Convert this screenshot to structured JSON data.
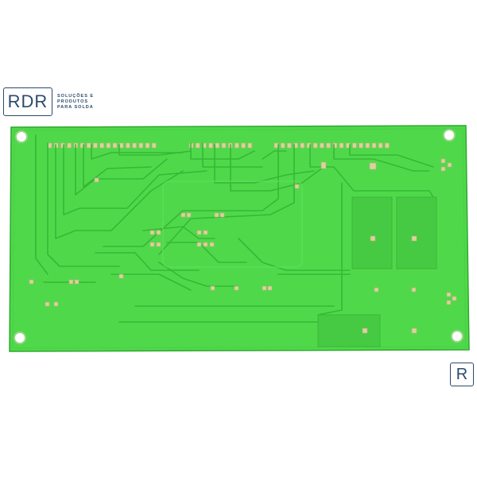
{
  "logo": {
    "text": "RDR",
    "tagline": [
      "SOLUÇÕES E",
      "PRODUTOS",
      "PARA SOLDA"
    ]
  },
  "corner_mark": {
    "text": "R"
  },
  "colors": {
    "board": "#4fd94a",
    "trace": "#3cc23a",
    "pad": "#d9d2a0",
    "edge": "#2fa82f"
  }
}
